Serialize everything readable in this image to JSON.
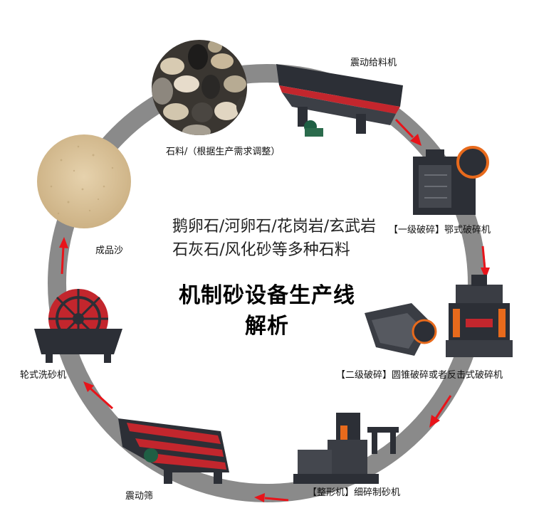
{
  "center": {
    "line1": "鹅卵石/河卵石/花岗岩/玄武岩",
    "line2": "石灰石/风化砂等多种石料",
    "title_line1": "机制砂设备生产线",
    "title_line2": "解析"
  },
  "steps": [
    {
      "label": "石料/（根据生产需求调整）",
      "image": "pebbles-photo"
    },
    {
      "label": "震动给料机",
      "image": "vibrating-feeder-machine"
    },
    {
      "label": "【一级破碎】鄂式破碎机",
      "image": "jaw-crusher-machine"
    },
    {
      "label": "【二级破碎】圆锥破碎或者反击式破碎机",
      "image": "cone-and-impact-crusher-machines"
    },
    {
      "label": "【整形机】细碎制砂机",
      "image": "vsi-sand-making-machine"
    },
    {
      "label": "震动筛",
      "image": "vibrating-screen-machine"
    },
    {
      "label": "轮式洗砂机",
      "image": "wheel-sand-washer-machine"
    },
    {
      "label": "成品沙",
      "image": "finished-sand-photo"
    }
  ],
  "colors": {
    "ring": "#8a8a8a",
    "arrow": "#e8141a",
    "machine_dark": "#2c2f36",
    "machine_red": "#c3262d",
    "sand": "#d8c19a"
  }
}
